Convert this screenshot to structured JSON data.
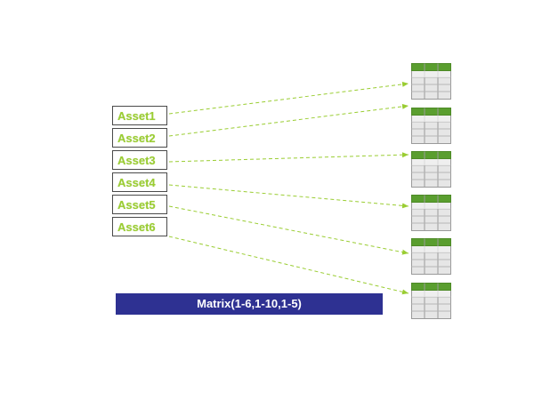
{
  "assets": [
    {
      "label": "Asset1"
    },
    {
      "label": "Asset2"
    },
    {
      "label": "Asset3"
    },
    {
      "label": "Asset4"
    },
    {
      "label": "Asset5"
    },
    {
      "label": "Asset6"
    }
  ],
  "tables": [
    {
      "icon": "table-icon"
    },
    {
      "icon": "table-icon"
    },
    {
      "icon": "table-icon"
    },
    {
      "icon": "table-icon"
    },
    {
      "icon": "table-icon"
    },
    {
      "icon": "table-icon"
    }
  ],
  "connections": [
    {
      "from": "Asset1",
      "to": 1
    },
    {
      "from": "Asset2",
      "to": 2
    },
    {
      "from": "Asset3",
      "to": 3
    },
    {
      "from": "Asset4",
      "to": 4
    },
    {
      "from": "Asset5",
      "to": 5
    },
    {
      "from": "Asset6",
      "to": 6
    }
  ],
  "matrix_label": "Matrix(1-6,1-10,1-5)",
  "colors": {
    "asset_text": "#9acd32",
    "arrow": "#9acd32",
    "matrix_bar": "#2e3192",
    "table_header": "#5a9e2f",
    "table_body": "#e6e6e6"
  }
}
